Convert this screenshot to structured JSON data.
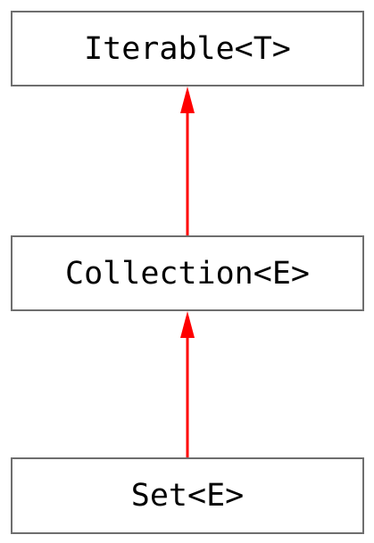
{
  "nodes": {
    "iterable": {
      "label": "Iterable<T>"
    },
    "collection": {
      "label": "Collection<E>"
    },
    "set": {
      "label": "Set<E>"
    }
  },
  "edges": [
    {
      "from": "set",
      "to": "collection"
    },
    {
      "from": "collection",
      "to": "iterable"
    }
  ],
  "colors": {
    "arrow": "#ff0000",
    "node_border": "#6e6e6e",
    "text": "#000000",
    "background": "#ffffff"
  }
}
